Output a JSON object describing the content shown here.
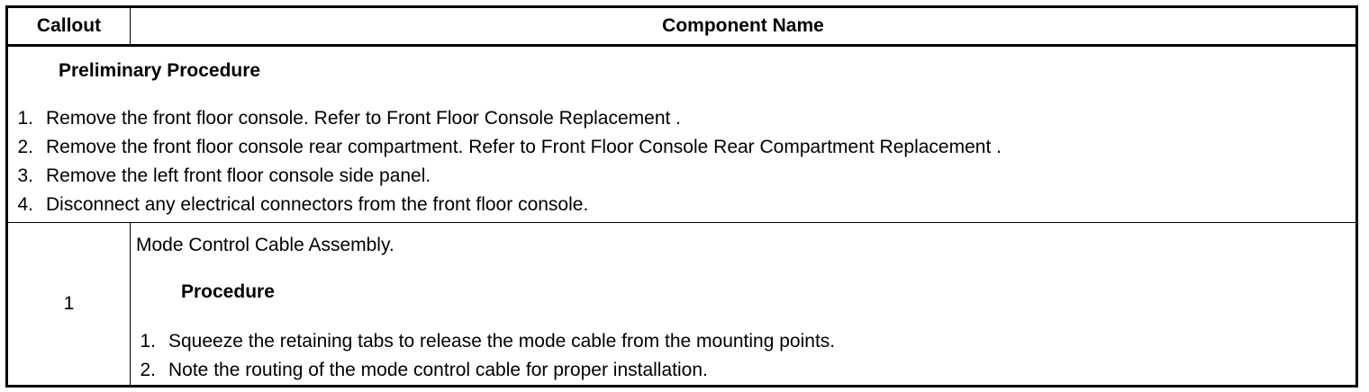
{
  "table": {
    "headers": {
      "callout": "Callout",
      "component_name": "Component Name"
    },
    "preliminary": {
      "heading": "Preliminary Procedure",
      "steps": [
        {
          "num": "1.",
          "text": "Remove the front floor console. Refer to Front Floor Console Replacement ."
        },
        {
          "num": "2.",
          "text": "Remove the front floor console rear compartment. Refer to Front Floor Console Rear Compartment Replacement ."
        },
        {
          "num": "3.",
          "text": "Remove the left front floor console side panel."
        },
        {
          "num": "4.",
          "text": "Disconnect any electrical connectors from the front floor console."
        }
      ]
    },
    "rows": [
      {
        "callout": "1",
        "component": "Mode Control Cable Assembly.",
        "procedure_heading": "Procedure",
        "steps": [
          {
            "num": "1.",
            "text": "Squeeze the retaining tabs to release the mode cable from the mounting points."
          },
          {
            "num": "2.",
            "text": "Note the routing of the mode control cable for proper installation."
          }
        ]
      }
    ]
  }
}
